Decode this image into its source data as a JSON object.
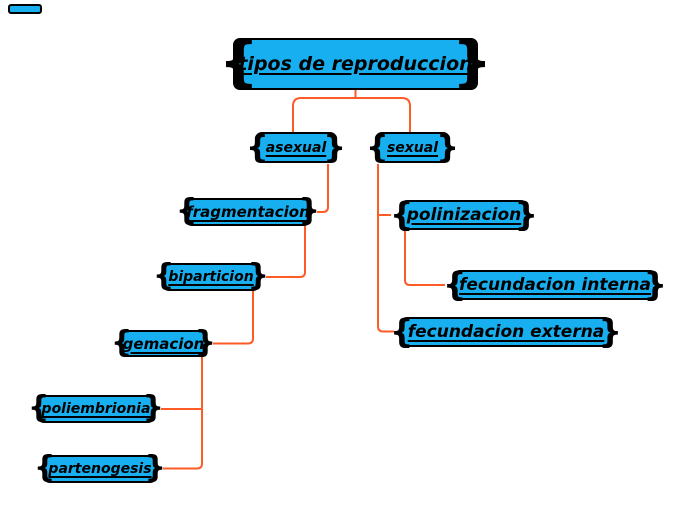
{
  "colors": {
    "background": "#FFFFFF",
    "node_fill": "#17AFF0",
    "node_border": "#000000",
    "text": "#000000",
    "connector": "#FF5B26"
  },
  "ui": {
    "brace_left": "{",
    "brace_right": "}"
  },
  "nodes": [
    {
      "id": "root",
      "label": "tipos de reproduccion",
      "parent": null
    },
    {
      "id": "asexual",
      "label": "asexual",
      "parent": "root"
    },
    {
      "id": "sexual",
      "label": "sexual",
      "parent": "root"
    },
    {
      "id": "fragmentacion",
      "label": "fragmentacion",
      "parent": "asexual"
    },
    {
      "id": "biparticion",
      "label": "biparticion",
      "parent": "fragmentacion"
    },
    {
      "id": "gemacion",
      "label": "gemacion",
      "parent": "biparticion"
    },
    {
      "id": "poliembrionia",
      "label": "poliembrionia",
      "parent": "gemacion"
    },
    {
      "id": "partenogesis",
      "label": "partenogesis",
      "parent": "gemacion"
    },
    {
      "id": "polinizacion",
      "label": "polinizacion",
      "parent": "sexual"
    },
    {
      "id": "fecundacion_interna",
      "label": "fecundacion interna",
      "parent": "polinizacion"
    },
    {
      "id": "fecundacion_externa",
      "label": "fecundacion externa",
      "parent": "sexual"
    }
  ]
}
